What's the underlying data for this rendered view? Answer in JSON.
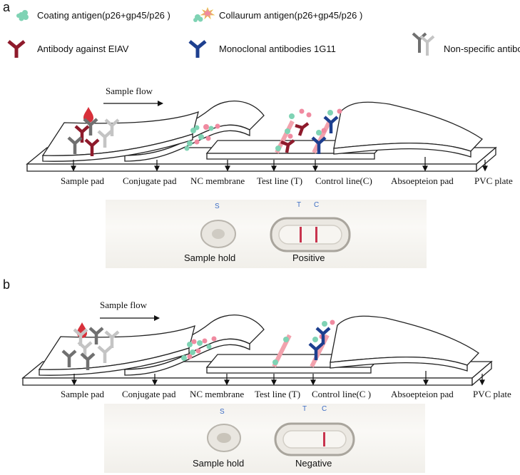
{
  "panels": [
    {
      "letter": "a",
      "flow_label": "Sample flow",
      "component_labels": [
        "Sample pad",
        "Conjugate pad",
        "NC membrane",
        "Test line (T)",
        "Control line(C)",
        "Absoepteion pad",
        "PVC plate"
      ],
      "photo": {
        "sample_well_mark": "S",
        "test_mark": "T",
        "control_mark": "C",
        "sample_hold_label": "Sample hold",
        "result_label": "Positive"
      }
    },
    {
      "letter": "b",
      "flow_label": "Sample flow",
      "component_labels": [
        "Sample pad",
        "Conjugate pad",
        "NC membrane",
        "Test line (T)",
        "Control line(C )",
        "Absoepteion pad",
        "PVC plate"
      ],
      "photo": {
        "sample_well_mark": "S",
        "test_mark": "T",
        "control_mark": "C",
        "sample_hold_label": "Sample hold",
        "result_label": "Negative"
      }
    }
  ],
  "legend": [
    {
      "label": "Coating antigen(p26+gp45/p26 )",
      "icon": "coating-antigen-icon"
    },
    {
      "label": "Collaurum antigen(p26+gp45/p26 )",
      "icon": "collaurum-antigen-icon"
    },
    {
      "label": "Antibody against EIAV",
      "icon": "antibody-eiav-icon"
    },
    {
      "label": "Monoclonal antibodies 1G11",
      "icon": "monoclonal-antibody-icon"
    },
    {
      "label": "Non-specific antibodies",
      "icon": "nonspecific-antibody-icon"
    }
  ],
  "colors": {
    "coating_antigen": "#7fd3b4",
    "gold_particle": "#f08aa0",
    "antibody_eiav": "#8e1a2b",
    "monoclonal": "#1d3f8f",
    "nonspecific_dark": "#707070",
    "nonspecific_light": "#c4c4c4",
    "line_pink": "#f2a2ad",
    "result_band": "#c8344e",
    "mark_blue": "#3d6dc4"
  }
}
